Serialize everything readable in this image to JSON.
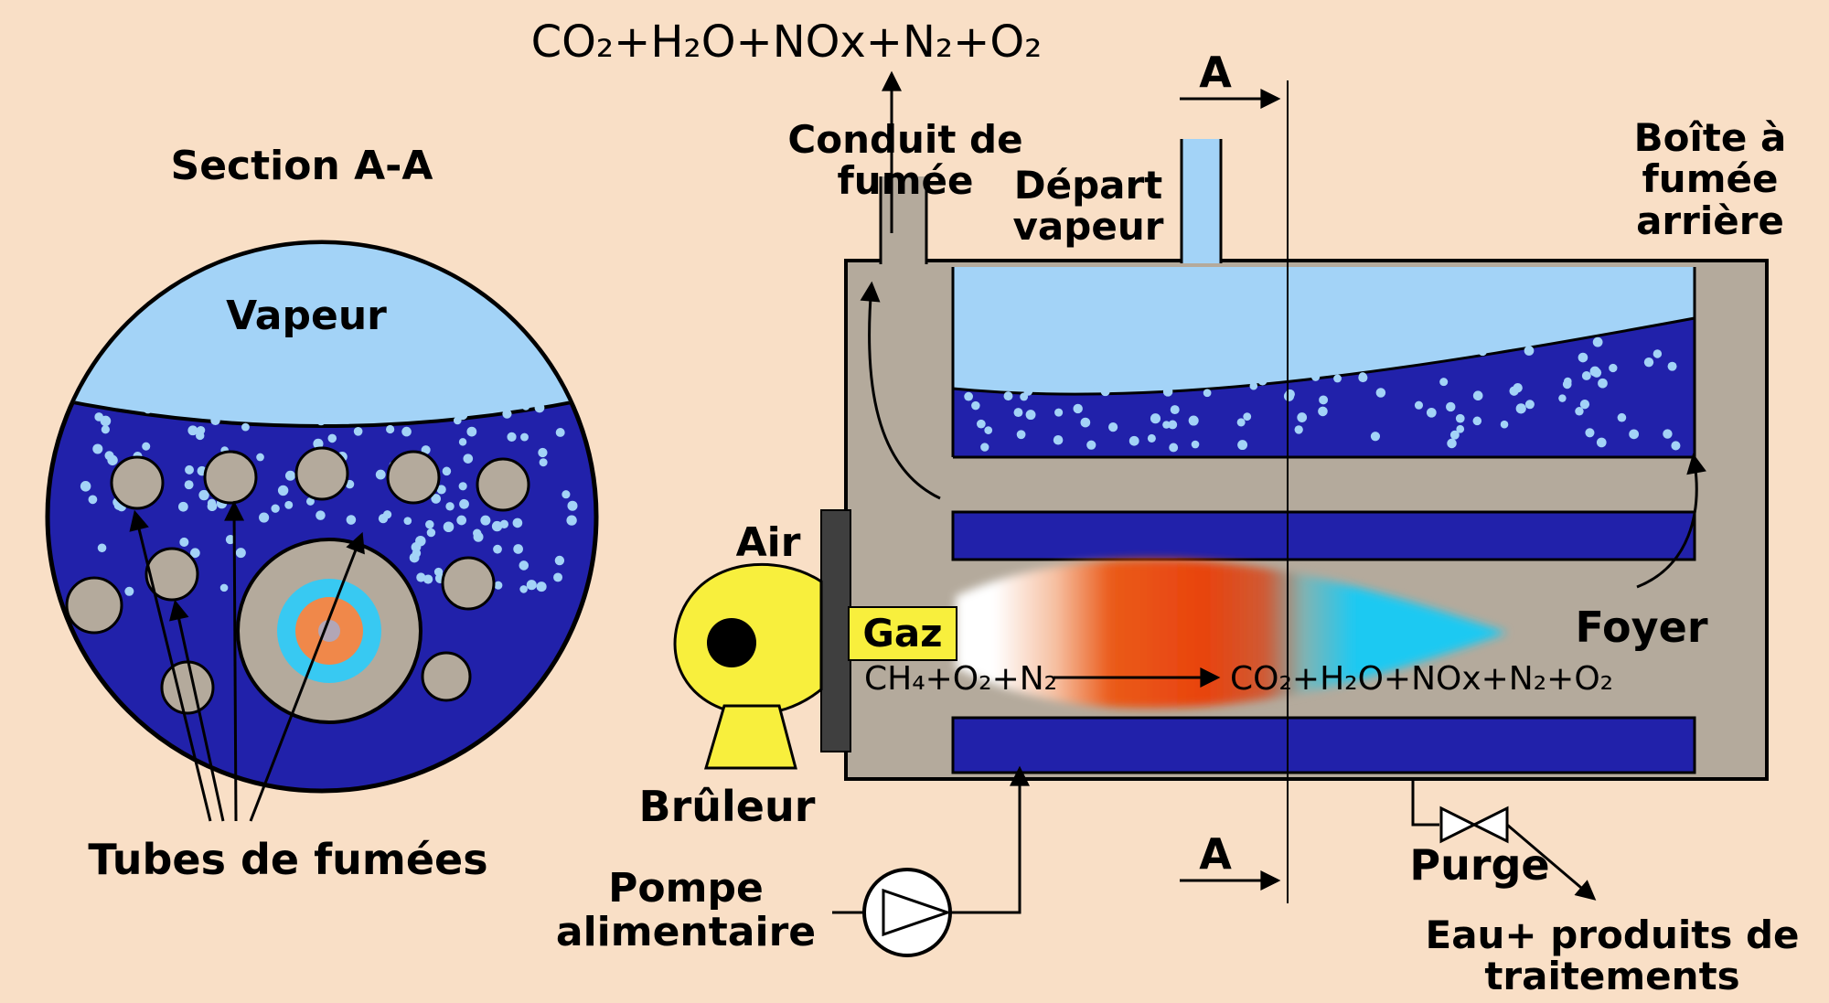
{
  "colors": {
    "background": "#f9dfc6",
    "water_dark_blue": "#2121aa",
    "steam_light_blue": "#a3d3f7",
    "shell_gray": "#b4aa9c",
    "burner_yellow": "#f8ef3d",
    "plate_dark": "#3f3f3f",
    "flame_red": "#e8430e",
    "flame_cyan": "#1ec9f2",
    "center_cyan": "#38c9f2",
    "center_orange": "#f0884a",
    "center_core": "#b2a6b6"
  },
  "section_view": {
    "title": "Section A-A",
    "steam_label": "Vapeur",
    "tubes_label": "Tubes de fumées"
  },
  "boiler": {
    "exhaust_formula": "CO₂+H₂O+NOx+N₂+O₂",
    "flue_label": "Conduit de\nfumée",
    "steam_outlet_label": "Départ\nvapeur",
    "rear_smokebox_label": "Boîte à\nfumée\narrière",
    "section_marker_top": "A",
    "section_marker_bottom": "A",
    "air_label": "Air",
    "gas_label": "Gaz",
    "burner_label": "Brûleur",
    "furnace_label": "Foyer",
    "reaction_left": "CH₄+O₂+N₂",
    "reaction_right": "CO₂+H₂O+NOx+N₂+O₂",
    "feed_pump_label": "Pompe\nalimentaire",
    "blowdown_label": "Purge",
    "blowdown_output_label": "Eau+ produits de\ntraitements"
  }
}
